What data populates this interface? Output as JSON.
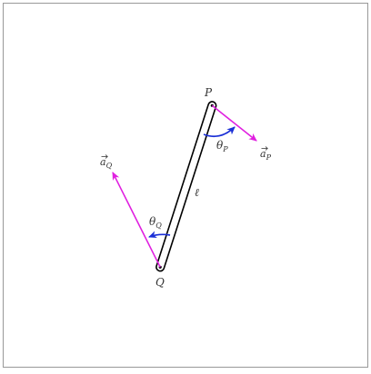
{
  "points": {
    "p": "P",
    "q": "Q"
  },
  "link": {
    "length_label": "ℓ"
  },
  "angles": {
    "theta_p": {
      "symbol": "θ",
      "subscript": "P"
    },
    "theta_q": {
      "symbol": "θ",
      "subscript": "Q"
    }
  },
  "accelerations": {
    "a_p": {
      "symbol": "a",
      "subscript": "P"
    },
    "a_q": {
      "symbol": "a",
      "subscript": "Q"
    }
  },
  "colors": {
    "frame": "#999999",
    "link": "#000000",
    "acceleration": "#e020e0",
    "angle": "#1a2fd6",
    "text": "#333333"
  }
}
